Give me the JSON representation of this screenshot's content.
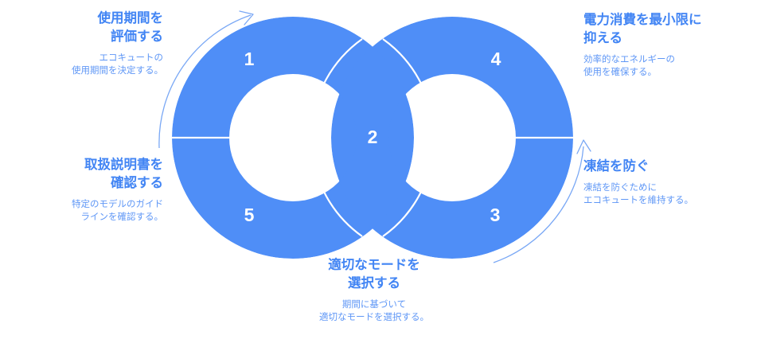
{
  "theme": {
    "ring_color": "#4f8ef7",
    "title_color": "#4285f4",
    "desc_color": "#5f97f6",
    "number_color": "#ffffff",
    "arrow_color": "#7aa8f5",
    "background": "#ffffff"
  },
  "diagram": {
    "type": "infinity-loop-cycle",
    "segment_count": 5
  },
  "steps": [
    {
      "number": "1",
      "title": "使用期間を\n評価する",
      "description": "エコキュートの\n使用期間を決定する。"
    },
    {
      "number": "2",
      "title": "適切なモードを\n選択する",
      "description": "期間に基づいて\n適切なモードを選択する。"
    },
    {
      "number": "3",
      "title": "凍結を防ぐ",
      "description": "凍結を防ぐために\nエコキュートを維持する。"
    },
    {
      "number": "4",
      "title": "電力消費を最小限に\n抑える",
      "description": "効率的なエネルギーの\n使用を確保する。"
    },
    {
      "number": "5",
      "title": "取扱説明書を\n確認する",
      "description": "特定のモデルのガイド\nラインを確認する。"
    }
  ]
}
